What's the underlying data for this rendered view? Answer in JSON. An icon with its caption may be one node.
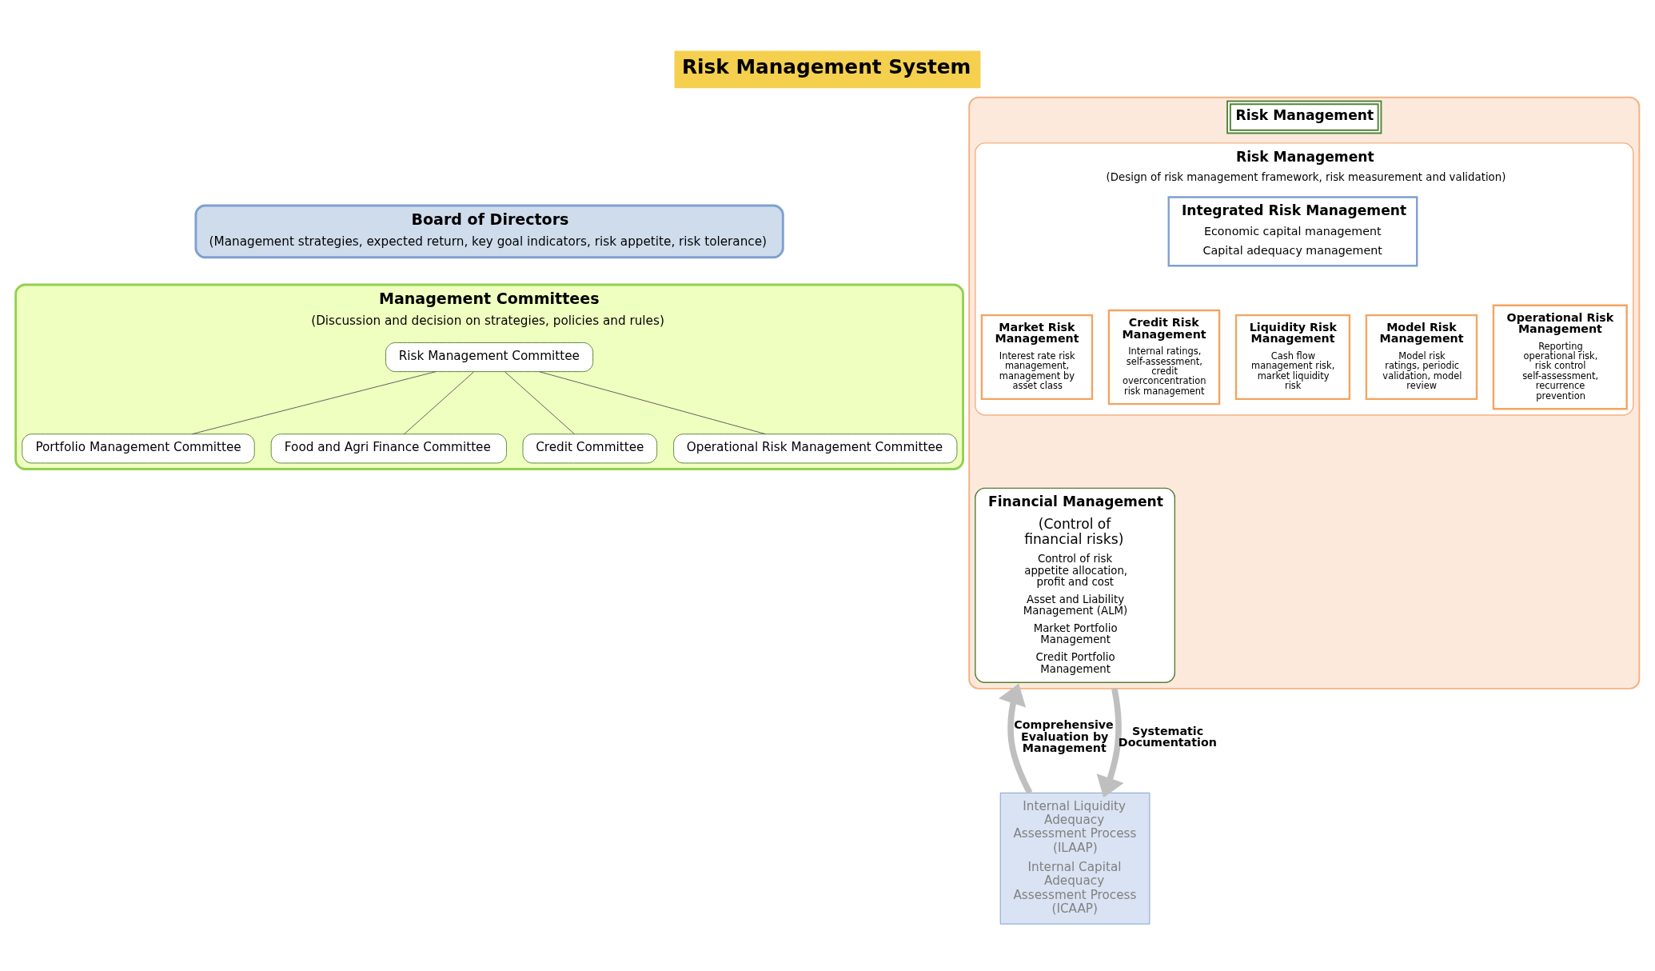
{
  "diagram": {
    "title": "Risk Management System",
    "nodes": [
      {
        "text": [
          "Board of Directors",
          "(Management strategies, expected return, key goal indicators, risk appetite, risk tolerance)"
        ]
      },
      {
        "text": [
          "Management Committees",
          "(Discussion and decision on strategies, policies and rules)"
        ]
      },
      {
        "text": [
          "Risk Management Committee"
        ],
        "in": 1
      },
      {
        "text": [
          "Portfolio Management Committee"
        ],
        "in": 1
      },
      {
        "text": [
          "Food and Agri Finance Committee"
        ],
        "in": 1
      },
      {
        "text": [
          "Credit Committee"
        ],
        "in": 1
      },
      {
        "text": [
          "Operational Risk Management Committee"
        ],
        "in": 1
      },
      {
        "text": [
          "Risk Management"
        ]
      },
      {
        "text": [
          "Financial Management",
          "(Control of financial risks)",
          "Control of risk appetite allocation, profit and cost",
          "Asset and Liability Management (ALM)",
          "Market Portfolio Management",
          "Credit Portfolio Management"
        ],
        "in": 7
      },
      {
        "text": [
          "Risk Management",
          "(Design of risk management framework, risk measurement and validation)"
        ],
        "in": 7
      },
      {
        "text": [
          "Integrated Risk Management",
          "Economic capital management",
          "Capital adequacy management"
        ],
        "in": 9
      },
      {
        "text": [
          "Market Risk Management",
          "Interest rate risk management, management by asset class"
        ],
        "in": 9
      },
      {
        "text": [
          "Credit Risk Management",
          "Internal ratings, self-assessment, credit overconcentration risk management"
        ],
        "in": 9
      },
      {
        "text": [
          "Liquidity Risk Management",
          "Cash flow management risk, market liquidity risk"
        ],
        "in": 9
      },
      {
        "text": [
          "Model Risk Management",
          "Model risk ratings, periodic validation, model review"
        ],
        "in": 9
      },
      {
        "text": [
          "Operational Risk Management",
          "Reporting operational risk, risk control self-assessment, recurrence prevention"
        ],
        "in": 9
      },
      {
        "text": [
          "Internal Liquidity Adequacy Assessment Process (ILAAP)",
          "Internal Capital Adequacy Assessment Process (ICAAP)"
        ]
      }
    ],
    "edges": [
      {
        "from": 2,
        "to": 3,
        "arrow": "none"
      },
      {
        "from": 2,
        "to": 4,
        "arrow": "none"
      },
      {
        "from": 2,
        "to": 5,
        "arrow": "none"
      },
      {
        "from": 2,
        "to": 6,
        "arrow": "none"
      },
      {
        "from": 16,
        "to": 7,
        "arrow": "to",
        "label": "Comprehensive Evaluation by Management",
        "style": "thick",
        "color": "#bfbfbf"
      },
      {
        "from": 7,
        "to": 16,
        "arrow": "to",
        "label": "Systematic Documentation",
        "style": "thick",
        "color": "#bfbfbf"
      }
    ]
  }
}
